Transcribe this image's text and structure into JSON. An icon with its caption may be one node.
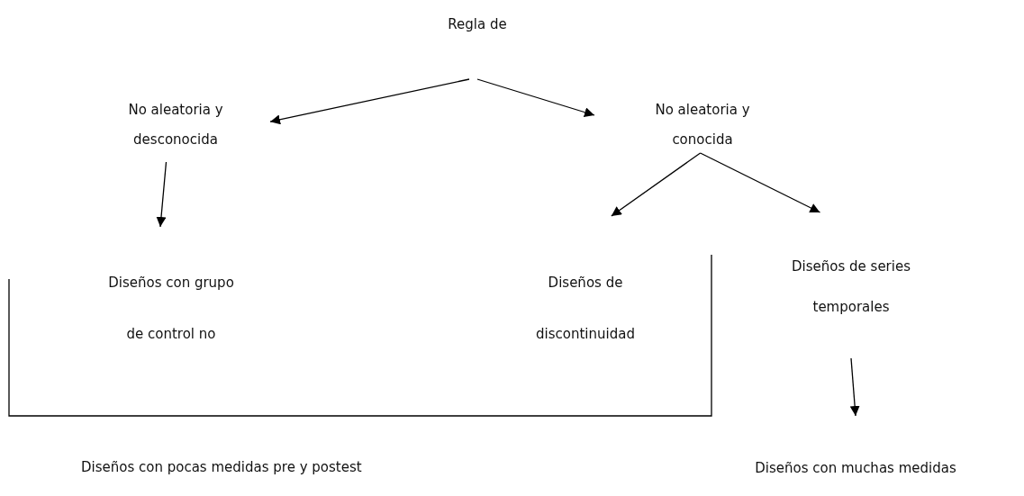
{
  "diagram": {
    "nodes": [
      {
        "text": [
          "Regla de"
        ]
      },
      {
        "text": [
          "No aleatoria y desconocida"
        ]
      },
      {
        "text": [
          "No aleatoria y conocida"
        ]
      },
      {
        "text": [
          "Diseños con grupo de control no"
        ]
      },
      {
        "text": [
          "Diseños de discontinuidad"
        ]
      },
      {
        "text": [
          "Diseños de series temporales"
        ]
      },
      {
        "text": [
          "Diseños con muchas medidas"
        ]
      }
    ],
    "edges": [
      {
        "from": 0,
        "to": 1,
        "arrow": "to"
      },
      {
        "from": 0,
        "to": 2,
        "arrow": "to"
      },
      {
        "from": 1,
        "to": 3,
        "arrow": "to"
      },
      {
        "from": 2,
        "to": 4,
        "arrow": "to"
      },
      {
        "from": 2,
        "to": 5,
        "arrow": "to"
      },
      {
        "from": 5,
        "to": 6,
        "arrow": "to"
      }
    ],
    "labels": [
      "Diseños con pocas medidas pre y postest"
    ]
  }
}
